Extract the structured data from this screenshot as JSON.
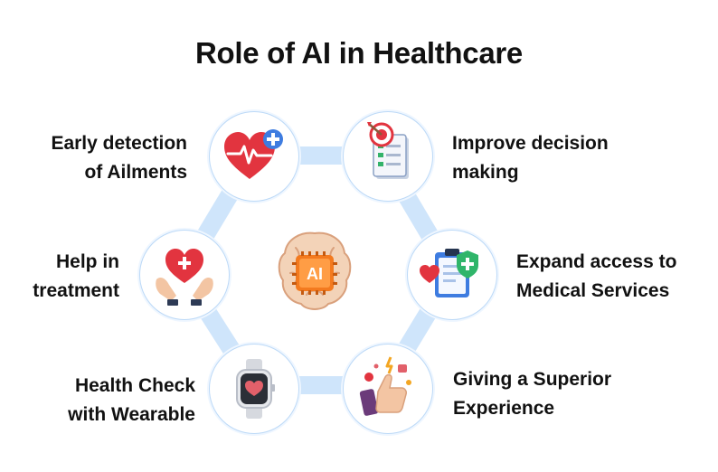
{
  "title": "Role of AI in Healthcare",
  "center": {
    "chip_text": "AI",
    "icon": "ai-brain-chip-icon"
  },
  "items": [
    {
      "id": "early-detection",
      "lines": [
        "Early detection",
        "of Ailments"
      ],
      "icon": "heart-pulse-plus-icon"
    },
    {
      "id": "decision-making",
      "lines": [
        "Improve decision",
        "making"
      ],
      "icon": "target-checklist-icon"
    },
    {
      "id": "help-treatment",
      "lines": [
        "Help in",
        "treatment"
      ],
      "icon": "hands-heart-icon"
    },
    {
      "id": "expand-access",
      "lines": [
        "Expand access to",
        "Medical Services"
      ],
      "icon": "medical-clipboard-shield-icon"
    },
    {
      "id": "health-check",
      "lines": [
        "Health Check",
        "with Wearable"
      ],
      "icon": "smartwatch-heart-icon"
    },
    {
      "id": "superior-experience",
      "lines": [
        "Giving a Superior",
        "Experience"
      ],
      "icon": "thumbs-up-likes-icon"
    }
  ],
  "colors": {
    "ring": "#cfe5fb",
    "node_border": "#bcd9f7",
    "accent_red": "#e2343f",
    "accent_orange": "#f37a1f"
  }
}
